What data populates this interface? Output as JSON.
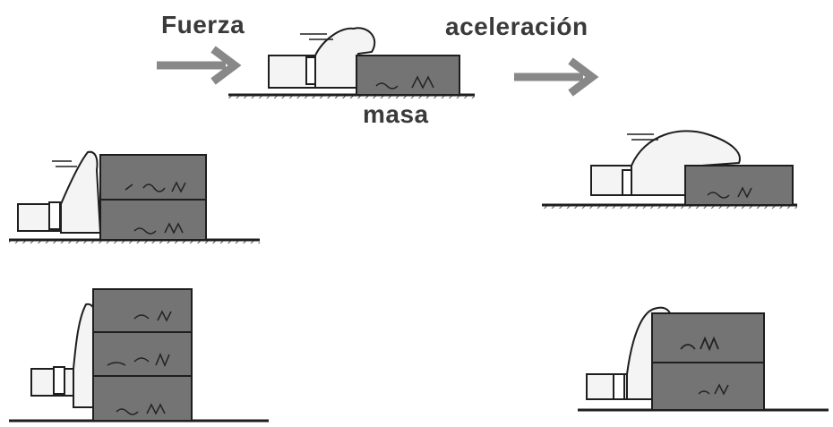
{
  "labels": {
    "force": "Fuerza",
    "acceleration": "aceleración",
    "mass": "masa"
  },
  "colors": {
    "block": "#747474",
    "arrow": "#8a8a8a",
    "outline": "#1e1e1e",
    "skin": "#f4f4f4"
  },
  "scenes": [
    {
      "name": "single-block-push",
      "blocks": 1
    },
    {
      "name": "two-block-stack",
      "blocks": 2
    },
    {
      "name": "three-block-stack",
      "blocks": 3
    },
    {
      "name": "one-block-fast",
      "blocks": 1
    },
    {
      "name": "two-block-right",
      "blocks": 2
    }
  ]
}
